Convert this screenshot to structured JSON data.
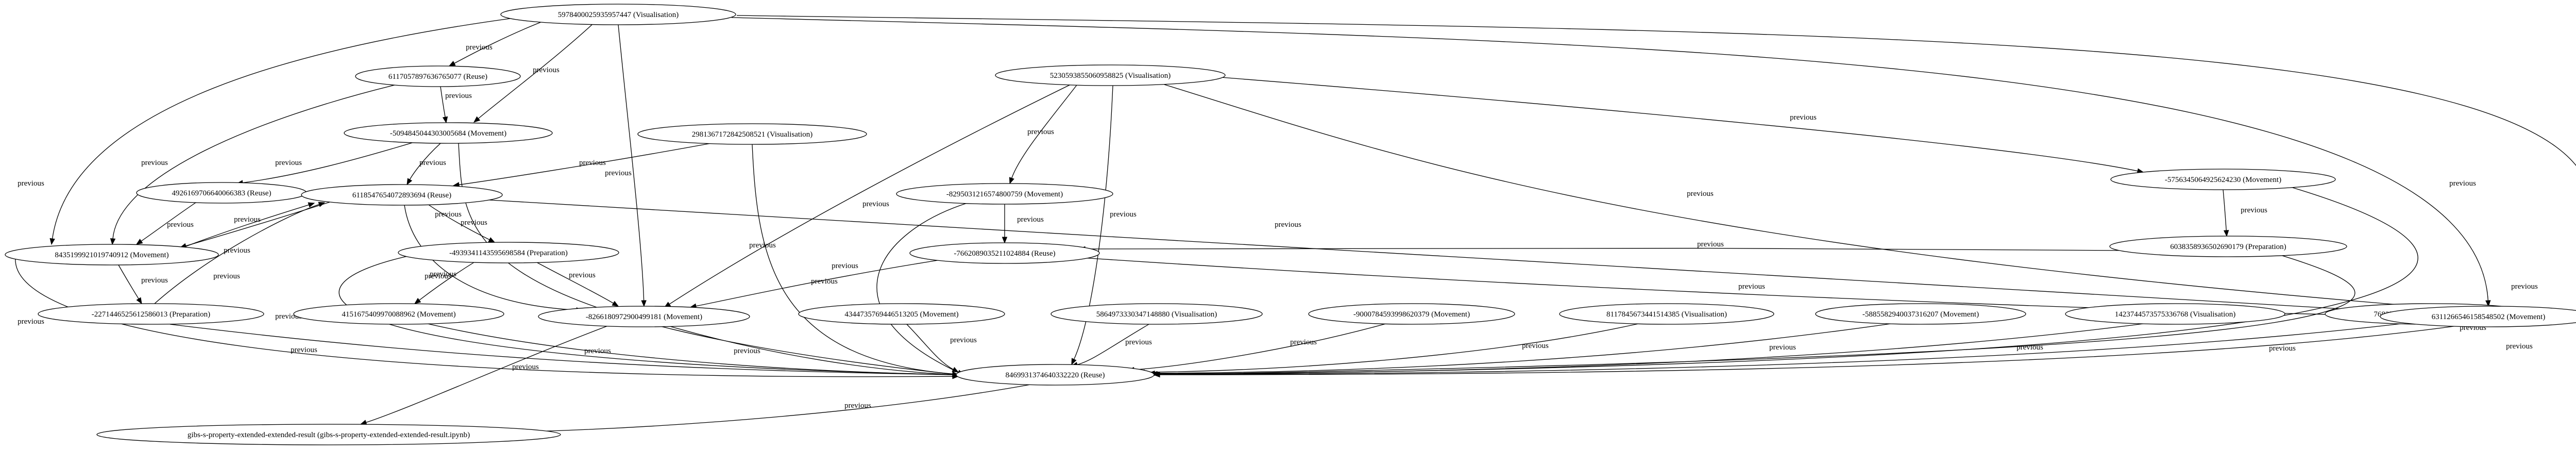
{
  "nodes": [
    {
      "id": "n1",
      "label": "5978400025935957447 (Visualisation)"
    },
    {
      "id": "n2",
      "label": "6117057897636765077 (Reuse)"
    },
    {
      "id": "n3",
      "label": "-5094845044303005684 (Movement)"
    },
    {
      "id": "n4",
      "label": "5230593855060958825 (Visualisation)"
    },
    {
      "id": "n5",
      "label": "-5756345064925624230 (Movement)"
    },
    {
      "id": "n6",
      "label": "2981367172842508521 (Visualisation)"
    },
    {
      "id": "n7",
      "label": "-8295031216574800759 (Movement)"
    },
    {
      "id": "n8",
      "label": "4926169706640066383 (Reuse)"
    },
    {
      "id": "n9",
      "label": "6118547654072893694 (Reuse)"
    },
    {
      "id": "n10",
      "label": "6038358936502690179 (Preparation)"
    },
    {
      "id": "n11",
      "label": "-7662089035211024884 (Reuse)"
    },
    {
      "id": "n12",
      "label": "8435199921019740912 (Movement)"
    },
    {
      "id": "n13",
      "label": "-4939341143595698584 (Preparation)"
    },
    {
      "id": "n14",
      "label": "-2271446525612586013 (Preparation)"
    },
    {
      "id": "n15",
      "label": "4151675409970088962 (Movement)"
    },
    {
      "id": "n16",
      "label": "-8266180972900499181 (Movement)"
    },
    {
      "id": "n17",
      "label": "4344735769446513205 (Movement)"
    },
    {
      "id": "n18",
      "label": "5864973330347148880 (Visualisation)"
    },
    {
      "id": "n19",
      "label": "-9000784593998620379 (Movement)"
    },
    {
      "id": "n20",
      "label": "8117845673441514385 (Visualisation)"
    },
    {
      "id": "n21",
      "label": "-5885582940037316207 (Movement)"
    },
    {
      "id": "n22",
      "label": "1423744573575336768 (Visualisation)"
    },
    {
      "id": "n23",
      "label": "7683589560375093563 (Movement)"
    },
    {
      "id": "n24",
      "label": "6311266546158548502 (Movement)"
    },
    {
      "id": "n25",
      "label": "8469931374640332220 (Reuse)"
    },
    {
      "id": "n26",
      "label": "gibs-s-property-extended-extended-result (gibs-s-property-extended-extended-result.ipynb)"
    }
  ],
  "edges": [
    {
      "id": "e1",
      "from": "n1",
      "to": "n2",
      "label": "previous"
    },
    {
      "id": "e2",
      "from": "n1",
      "to": "n3",
      "label": "previous"
    },
    {
      "id": "e3",
      "from": "n1",
      "to": "n12",
      "label": "previous"
    },
    {
      "id": "e4",
      "from": "n1",
      "to": "n16",
      "label": "previous"
    },
    {
      "id": "e5",
      "from": "n1",
      "to": "n24",
      "label": "previous"
    },
    {
      "id": "e6",
      "from": "n1",
      "to": "n25",
      "label": "previous"
    },
    {
      "id": "e7",
      "from": "n2",
      "to": "n3",
      "label": "previous"
    },
    {
      "id": "e8",
      "from": "n2",
      "to": "n12",
      "label": "previous"
    },
    {
      "id": "e9",
      "from": "n3",
      "to": "n8",
      "label": "previous"
    },
    {
      "id": "e10",
      "from": "n3",
      "to": "n9",
      "label": "previous"
    },
    {
      "id": "e11",
      "from": "n3",
      "to": "n25",
      "label": "previous"
    },
    {
      "id": "e12",
      "from": "n4",
      "to": "n5",
      "label": "previous"
    },
    {
      "id": "e13",
      "from": "n4",
      "to": "n7",
      "label": "previous"
    },
    {
      "id": "e14",
      "from": "n4",
      "to": "n16",
      "label": "previous"
    },
    {
      "id": "e15",
      "from": "n4",
      "to": "n24",
      "label": "previous"
    },
    {
      "id": "e16",
      "from": "n4",
      "to": "n25",
      "label": "previous"
    },
    {
      "id": "e17",
      "from": "n5",
      "to": "n10",
      "label": "previous"
    },
    {
      "id": "e18",
      "from": "n5",
      "to": "n25",
      "label": "previous"
    },
    {
      "id": "e19",
      "from": "n6",
      "to": "n9",
      "label": "previous"
    },
    {
      "id": "e20",
      "from": "n6",
      "to": "n25",
      "label": "previous"
    },
    {
      "id": "e21",
      "from": "n7",
      "to": "n11",
      "label": "previous"
    },
    {
      "id": "e22",
      "from": "n7",
      "to": "n25",
      "label": "previous"
    },
    {
      "id": "e23",
      "from": "n8",
      "to": "n12",
      "label": "previous"
    },
    {
      "id": "e24",
      "from": "n9",
      "to": "n12",
      "label": "previous"
    },
    {
      "id": "e25",
      "from": "n9",
      "to": "n13",
      "label": "previous"
    },
    {
      "id": "e26",
      "from": "n9",
      "to": "n16",
      "label": "previous"
    },
    {
      "id": "e27",
      "from": "n9",
      "to": "n24",
      "label": "previous"
    },
    {
      "id": "e28",
      "from": "n10",
      "to": "n11",
      "label": "previous"
    },
    {
      "id": "e29",
      "from": "n10",
      "to": "n25",
      "label": "previous"
    },
    {
      "id": "e30",
      "from": "n11",
      "to": "n16",
      "label": "previous"
    },
    {
      "id": "e31",
      "from": "n11",
      "to": "n24",
      "label": "previous"
    },
    {
      "id": "e32",
      "from": "n12",
      "to": "n9",
      "label": "previous"
    },
    {
      "id": "e33",
      "from": "n12",
      "to": "n14",
      "label": "previous"
    },
    {
      "id": "e34",
      "from": "n12",
      "to": "n25",
      "label": "previous"
    },
    {
      "id": "e35",
      "from": "n13",
      "to": "n15",
      "label": "previous"
    },
    {
      "id": "e36",
      "from": "n13",
      "to": "n16",
      "label": "previous"
    },
    {
      "id": "e37",
      "from": "n13",
      "to": "n25",
      "label": "previous"
    },
    {
      "id": "e38",
      "from": "n14",
      "to": "n9",
      "label": "previous"
    },
    {
      "id": "e39",
      "from": "n14",
      "to": "n25",
      "label": "previous"
    },
    {
      "id": "e40",
      "from": "n15",
      "to": "n25",
      "label": "previous"
    },
    {
      "id": "e41",
      "from": "n16",
      "to": "n25",
      "label": "previous"
    },
    {
      "id": "e42",
      "from": "n16",
      "to": "n26",
      "label": "previous"
    },
    {
      "id": "e43",
      "from": "n17",
      "to": "n25",
      "label": "previous"
    },
    {
      "id": "e44",
      "from": "n18",
      "to": "n25",
      "label": "previous"
    },
    {
      "id": "e45",
      "from": "n19",
      "to": "n25",
      "label": "previous"
    },
    {
      "id": "e46",
      "from": "n20",
      "to": "n25",
      "label": "previous"
    },
    {
      "id": "e47",
      "from": "n21",
      "to": "n25",
      "label": "previous"
    },
    {
      "id": "e48",
      "from": "n22",
      "to": "n25",
      "label": "previous"
    },
    {
      "id": "e49",
      "from": "n23",
      "to": "n25",
      "label": "previous"
    },
    {
      "id": "e50",
      "from": "n24",
      "to": "n25",
      "label": "previous"
    },
    {
      "id": "e51",
      "from": "n25",
      "to": "n26",
      "label": "previous"
    }
  ]
}
